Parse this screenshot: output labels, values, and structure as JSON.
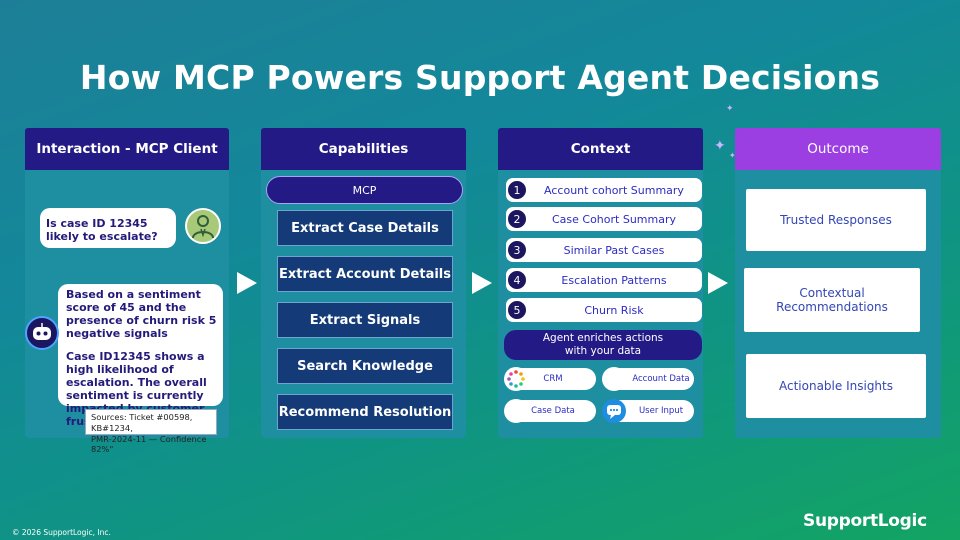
{
  "title": "How MCP Powers Support Agent Decisions",
  "columns": {
    "client": {
      "heading": "Interaction - MCP Client",
      "question": "Is case ID 12345 likely to escalate?",
      "answer_p1": "Based on a sentiment score of 45 and the presence of churn risk 5 negative signals",
      "answer_p2": "Case ID12345 shows a high likelihood of escalation. The overall sentiment is currently impacted by customer frustration",
      "sources_line1": "Sources: Ticket #00598, KB#1234,",
      "sources_line2": "PMR-2024-11 — Confidence 82%\""
    },
    "capabilities": {
      "heading": "Capabilities",
      "mcp_label": "MCP",
      "items": [
        "Extract Case Details",
        "Extract Account Details",
        "Extract Signals",
        "Search Knowledge",
        "Recommend Resolution"
      ]
    },
    "context": {
      "heading": "Context",
      "items": [
        {
          "num": "1",
          "label": "Account cohort Summary"
        },
        {
          "num": "2",
          "label": "Case Cohort Summary"
        },
        {
          "num": "3",
          "label": "Similar Past Cases"
        },
        {
          "num": "4",
          "label": "Escalation Patterns"
        },
        {
          "num": "5",
          "label": "Churn Risk"
        }
      ],
      "enrich_line1": "Agent enriches actions",
      "enrich_line2": "with your data",
      "sources": [
        "CRM",
        "Account Data",
        "Case Data",
        "User Input"
      ]
    },
    "outcome": {
      "heading": "Outcome",
      "items": [
        "Trusted Responses",
        "Contextual Recommendations",
        "Actionable Insights"
      ]
    }
  },
  "footer": {
    "copyright": "© 2026 SupportLogic, Inc.",
    "logo": "SupportLogic"
  },
  "colors": {
    "header_navy": "#241a86",
    "outcome_purple": "#9b3fe3",
    "capability_button": "#143b78"
  },
  "icons": [
    "person-avatar-icon",
    "bot-avatar-icon",
    "arrow-right-icon",
    "sparkle-icon",
    "crm-icon",
    "chat-icon"
  ]
}
